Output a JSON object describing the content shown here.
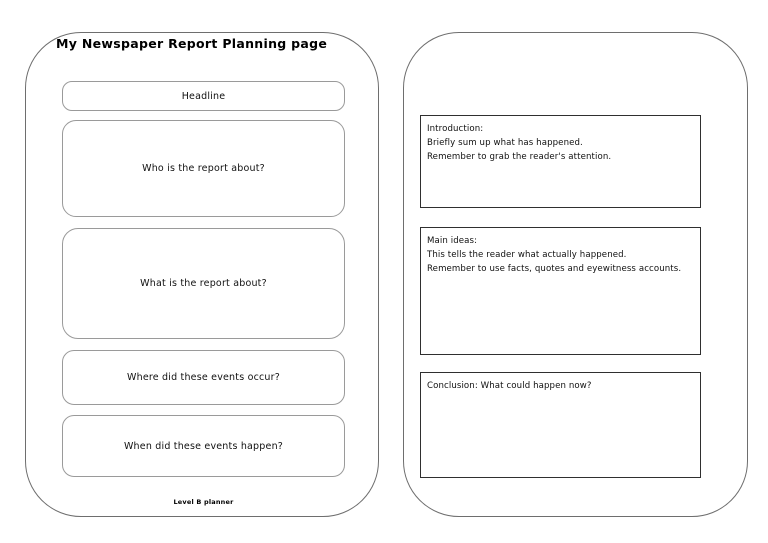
{
  "page": {
    "title": "My Newspaper Report Planning page",
    "footer_note": "Level B planner"
  },
  "left_column": {
    "prompts": [
      {
        "id": "headline",
        "label": "Headline"
      },
      {
        "id": "who",
        "label": "Who is the report about?"
      },
      {
        "id": "what",
        "label": "What is the report about?"
      },
      {
        "id": "where",
        "label": "Where did these events occur?"
      },
      {
        "id": "when",
        "label": "When did these events happen?"
      }
    ]
  },
  "right_column": {
    "sections": [
      {
        "id": "introduction",
        "lines": [
          "Introduction:",
          "Briefly sum up what has happened.",
          "Remember to grab the reader's attention."
        ]
      },
      {
        "id": "main-ideas",
        "lines": [
          "Main ideas:",
          "This tells the reader what actually happened.",
          "Remember to use facts, quotes and eyewitness accounts."
        ]
      },
      {
        "id": "conclusion",
        "lines": [
          "Conclusion: What could happen now?"
        ]
      }
    ]
  },
  "colors": {
    "panel_border": "#6e6e6e",
    "prompt_border": "#9a9a9a",
    "section_border": "#2f2f2f",
    "text": "#101010",
    "background": "#ffffff"
  }
}
